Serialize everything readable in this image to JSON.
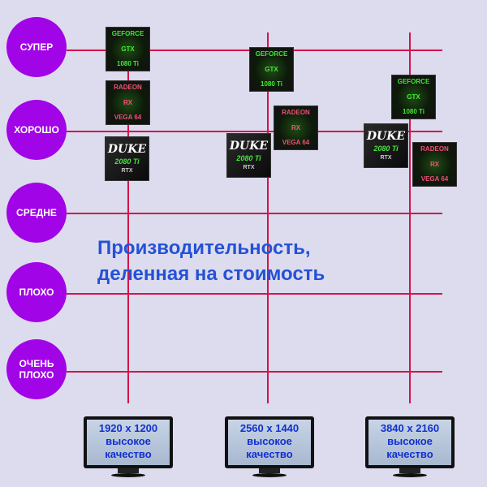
{
  "ratings": [
    "СУПЕР",
    "ХОРОШО",
    "СРЕДНЕ",
    "ПЛОХО",
    "ОЧЕНЬ ПЛОХО"
  ],
  "title": {
    "line1": "Производительность,",
    "line2": "деленная на стоимость"
  },
  "cards": {
    "gtx": {
      "brand": "GEFORCE",
      "l1": "GTX",
      "l2": "1080 Ti"
    },
    "radeon": {
      "brand": "RADEON",
      "l1": "RX",
      "l2": "VEGA 64"
    },
    "duke": {
      "brand": "DUKE",
      "model": "2080 Ti",
      "tag": "RTX"
    }
  },
  "monitors": [
    {
      "resolution": "1920 x 1200",
      "q1": "высокое",
      "q2": "качество"
    },
    {
      "resolution": "2560 x 1440",
      "q1": "высокое",
      "q2": "качество"
    },
    {
      "resolution": "3840 x 2160",
      "q1": "высокое",
      "q2": "качество"
    }
  ],
  "colors": {
    "background": "#dddbee",
    "circle": "#a104e6",
    "line": "#d4144a",
    "title": "#2452d6"
  }
}
